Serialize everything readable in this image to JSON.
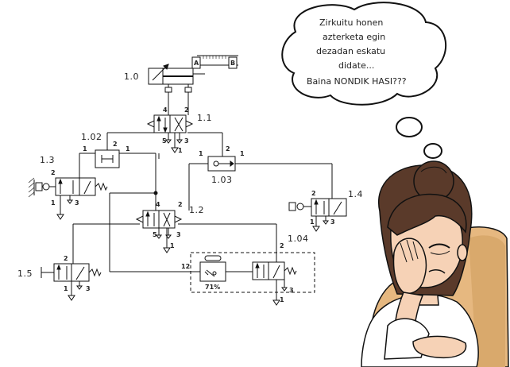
{
  "speech_bubble": {
    "line1": "Zirkuitu honen",
    "line2": "azterketa egin",
    "line3": "dezadan eskatu",
    "line4": "didate...",
    "line5": "Baina NONDIK HASI???"
  },
  "labels": {
    "cylinder": "1.0",
    "valve_main": "1.1",
    "shuttle": "1.02",
    "and_valve": "1.03",
    "valve_left": "1.3",
    "valve_right": "1.4",
    "valve_mid": "1.2",
    "valve_bottom_left": "1.5",
    "timer_group": "1.04",
    "timer_percent": "71%",
    "limit_a": "A",
    "limit_b": "B"
  },
  "ports": {
    "p1": "1",
    "p2": "2",
    "p3": "3",
    "p4": "4",
    "p5": "5",
    "p12": "12"
  },
  "colors": {
    "line": "#111111",
    "hair": "#5a3a2a",
    "skin": "#f6d2b6",
    "chair": "#e6b880",
    "shirt": "#ffffff"
  }
}
